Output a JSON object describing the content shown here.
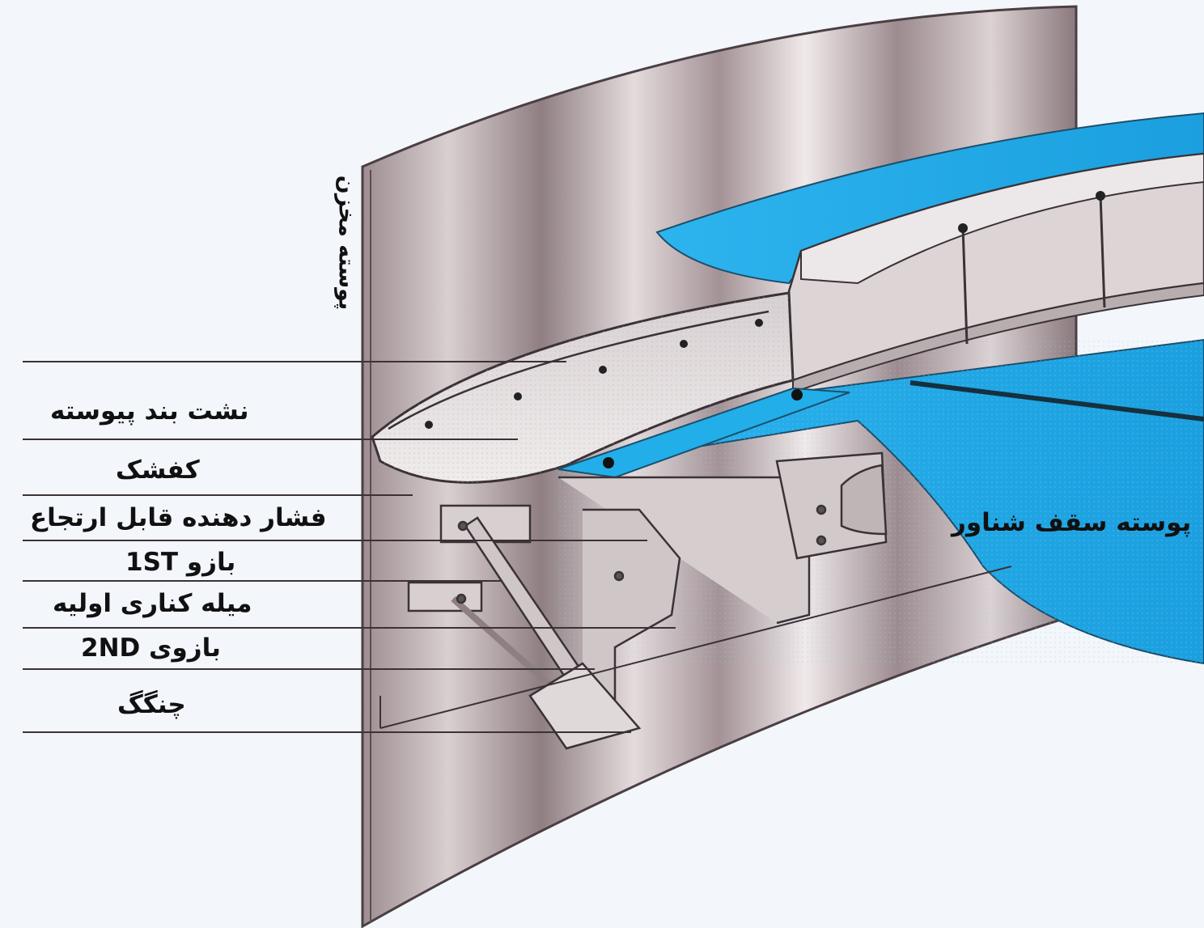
{
  "labels": {
    "tank_shell": "پوسته مخزن",
    "continuous_seal": "نشت بند پیوسته",
    "shoe": "کفشک",
    "resilient_pressure": "فشار دهنده قابل ارتجاع",
    "arm_1st": "بازو 1ST",
    "primary_rim_bar": "میله  کناری اولیه",
    "arm_2nd": "بازوی 2ND",
    "hook": "چنگگ",
    "floating_roof_shell": "پوسته سقف شناور"
  },
  "colors": {
    "background": "#f3f6fb",
    "shell_metal": "#b9a9ab",
    "roof_blue": "#1fa9e6",
    "line": "#3a3236"
  }
}
